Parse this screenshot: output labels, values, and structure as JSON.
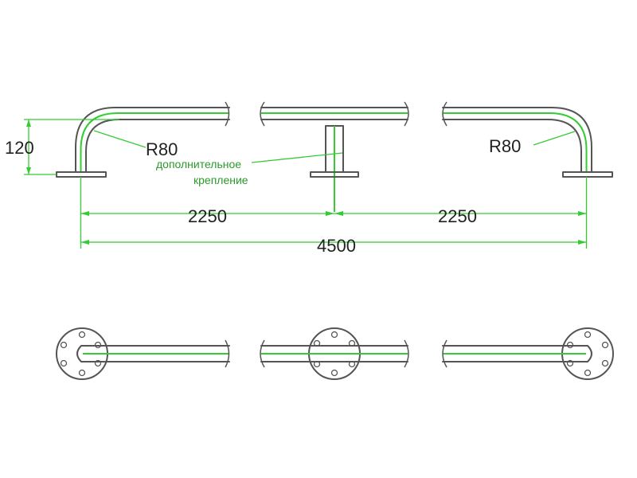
{
  "dimensions": {
    "height_label": "120",
    "radius_left_label": "R80",
    "radius_right_label": "R80",
    "half_left_label": "2250",
    "half_right_label": "2250",
    "total_label": "4500"
  },
  "note": {
    "line1": "дополнительное",
    "line2": "крепление"
  },
  "colors": {
    "line": "#555555",
    "centerline": "#33cc33",
    "note_text": "#2a9a2a",
    "dimension_text": "#222222"
  }
}
